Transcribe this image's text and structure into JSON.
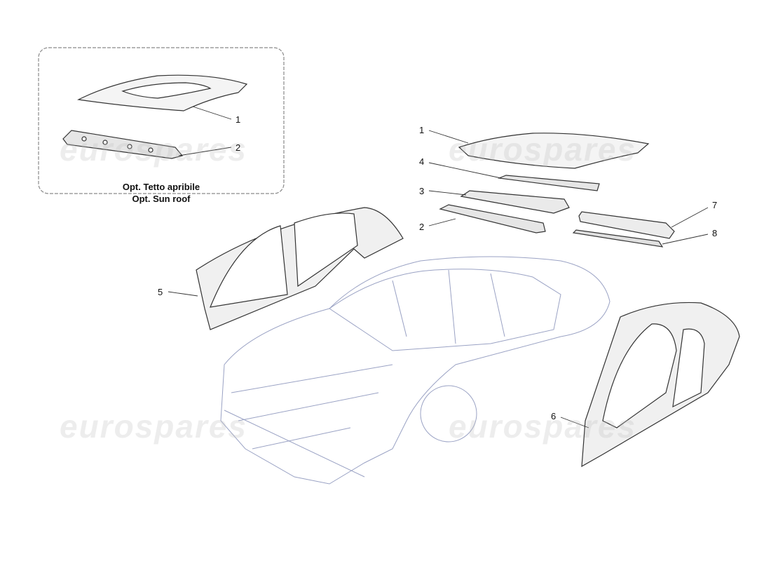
{
  "inset": {
    "caption_line1": "Opt. Tetto apribile",
    "caption_line2": "Opt. Sun roof"
  },
  "callouts": {
    "inset_1": "1",
    "inset_2": "2",
    "main_1": "1",
    "main_2": "2",
    "main_3": "3",
    "main_4": "4",
    "main_5": "5",
    "main_6": "6",
    "main_7": "7",
    "main_8": "8"
  },
  "watermark": "eurospares",
  "colors": {
    "line": "#333333",
    "car_outline": "#9aa2c4",
    "inset_border": "#8a8a8a",
    "watermark": "#c8c8c8"
  }
}
